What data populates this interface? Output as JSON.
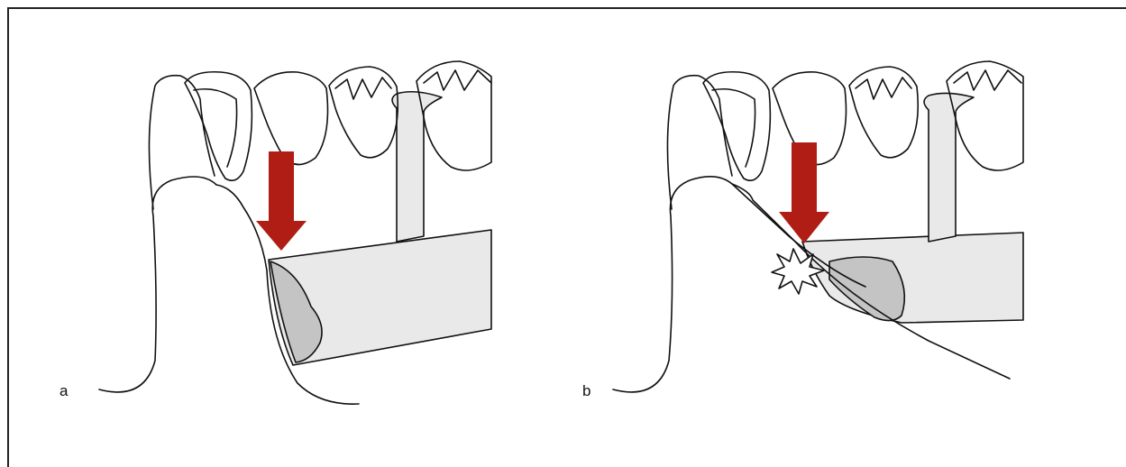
{
  "panels": [
    {
      "label": "a",
      "variant": "intact"
    },
    {
      "label": "b",
      "variant": "fracture"
    }
  ],
  "colors": {
    "arrow": "#b01d14",
    "line": "#111111",
    "denture_fill": "#e9e9e9",
    "section_fill": "#c4c4c4",
    "background": "#ffffff"
  }
}
